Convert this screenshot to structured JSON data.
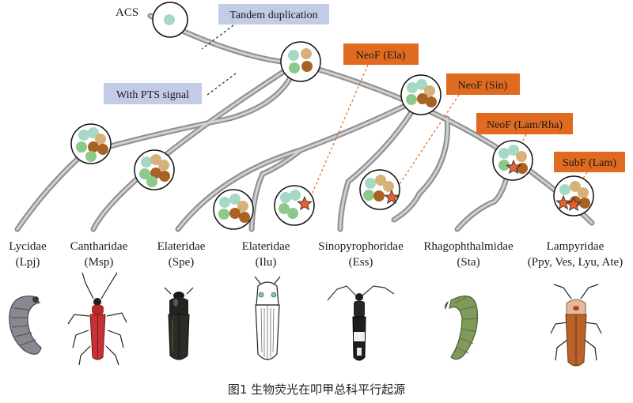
{
  "root_label": "ACS",
  "callouts": {
    "tandem": "Tandem duplication",
    "pts": "With PTS signal",
    "neof_ela": "NeoF (Ela)",
    "neof_sin": "NeoF (Sin)",
    "neof_lam": "NeoF (Lam/Rha)",
    "subf_lam": "SubF (Lam)"
  },
  "taxa": [
    {
      "family": "Lycidae",
      "code": "(Lpj)"
    },
    {
      "family": "Cantharidae",
      "code": "(Msp)"
    },
    {
      "family": "Elateridae",
      "code": "(Spe)"
    },
    {
      "family": "Elateridae",
      "code": "(Ilu)"
    },
    {
      "family": "Sinopyrophoridae",
      "code": "(Ess)"
    },
    {
      "family": "Rhagophthalmidae",
      "code": "(Sta)"
    },
    {
      "family": "Lampyridae",
      "code": "(Ppy, Ves, Lyu, Ate)"
    }
  ],
  "caption": "图1 生物荧光在叩甲总科平行起源",
  "colors": {
    "branch": "#8e8e8e",
    "branch_core": "#d0d0d0",
    "label_blue": "#c2cce6",
    "label_orange": "#e06a1f",
    "dot_teal": "#a6d8c6",
    "dot_green": "#8cc98a",
    "dot_tan": "#d6b27a",
    "dot_brown": "#a86322",
    "star": "#e8602a"
  }
}
